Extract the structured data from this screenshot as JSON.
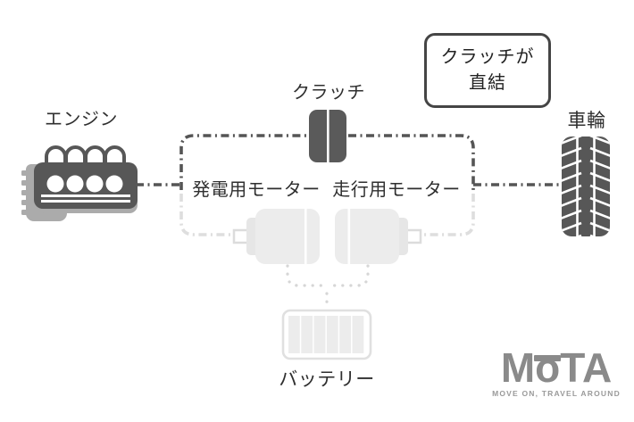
{
  "diagram": {
    "labels": {
      "engine": "エンジン",
      "clutch": "クラッチ",
      "wheel": "車輪",
      "generator_motor": "発電用モーター",
      "drive_motor": "走行用モーター",
      "battery": "バッテリー"
    },
    "callout": {
      "line1": "クラッチが",
      "line2": "直結"
    },
    "icons": {
      "engine": "engine-icon",
      "clutch": "clutch-icon",
      "wheel": "tire-icon",
      "generator_motor": "motor-icon",
      "drive_motor": "motor-icon",
      "battery": "battery-icon"
    },
    "colors": {
      "active_line": "#555555",
      "icon_dark": "#575757",
      "icon_backplate": "#ababab",
      "faded_line": "#dedede",
      "faded_fill": "#ececec",
      "dotted_line": "#d6d6d6",
      "text": "#2f2f2f",
      "callout_border": "#454545",
      "logo_gray": "#8a8a8a"
    }
  },
  "logo": {
    "m": "M",
    "o": "o",
    "ta": "TA",
    "tagline": "MOVE ON, TRAVEL AROUND"
  }
}
